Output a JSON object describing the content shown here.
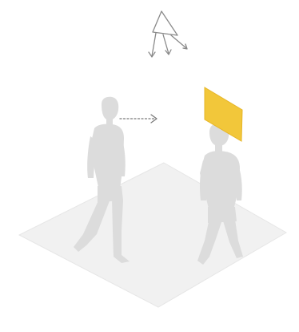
{
  "colors": {
    "background": "#ffffff",
    "floor_fill": "#f1f1f1",
    "floor_edge": "#e6e6e6",
    "figure_fill": "#dcdcdc",
    "figure_shadow": "#cfcfcf",
    "panel_fill": "#f2c73a",
    "panel_edge": "#e6b528",
    "arrow_stroke": "#7a7a7a",
    "light_stroke": "#8a8a8a"
  },
  "icons": {
    "light_source": "directional-light-icon",
    "gaze_arrow": "dotted-arrow-icon"
  },
  "elements": {
    "floor": "isometric-floor-plane",
    "person_left": "standing-person-silhouette",
    "person_right": "walking-person-silhouette",
    "face_panel": "yellow-square-panel"
  }
}
